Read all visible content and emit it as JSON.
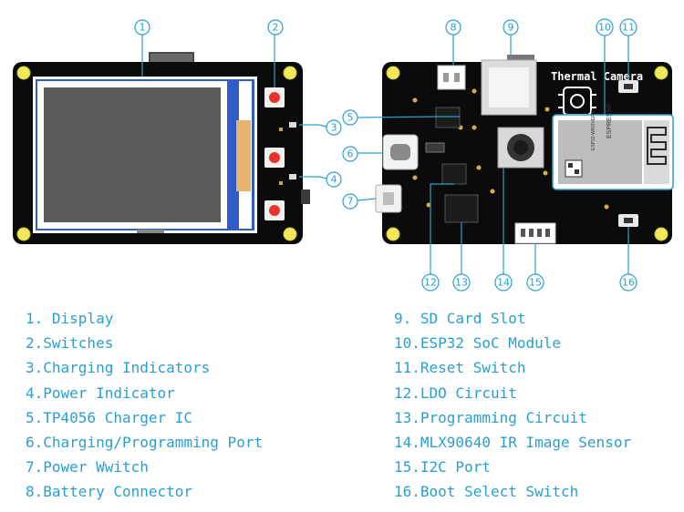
{
  "board": {
    "silkscreen_title": "Thermal Camera",
    "module_brand": "ESPRESSIF",
    "module_model": "ESP32-WROVER-B"
  },
  "callouts": [
    "1",
    "2",
    "3",
    "4",
    "5",
    "6",
    "7",
    "8",
    "9",
    "10",
    "11",
    "12",
    "13",
    "14",
    "15",
    "16"
  ],
  "legend": {
    "left": [
      "1. Display",
      "2.Switches",
      "3.Charging Indicators",
      "4.Power Indicator",
      "5.TP4056 Charger IC",
      "6.Charging/Programming Port",
      "7.Power Wwitch",
      "8.Battery Connector"
    ],
    "right": [
      "9. SD Card Slot",
      "10.ESP32 SoC Module",
      "11.Reset Switch",
      "12.LDO Circuit",
      "13.Programming Circuit",
      "14.MLX90640 IR Image Sensor",
      "15.I2C Port",
      "16.Boot Select Switch"
    ]
  },
  "colors": {
    "accent": "#2a9fcf",
    "pcb": "#0b0b0b",
    "screen": "#5a5a5a",
    "button": "#e8322a",
    "mounting_hole": "#f2e95a"
  }
}
